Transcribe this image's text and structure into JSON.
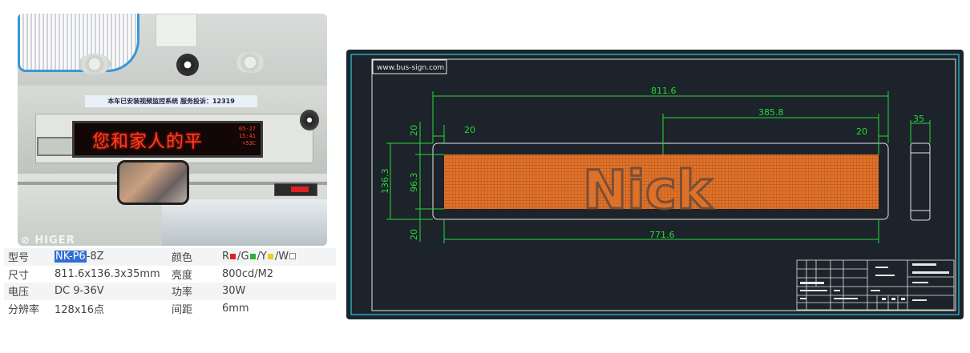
{
  "photo": {
    "notice_text": "本车已安装视频监控系统  服务投诉：12319",
    "led_text": "您和家人的平",
    "led_numbers": [
      "05-27",
      "15:41",
      "+53C"
    ],
    "watermark": "HIGER"
  },
  "specs": {
    "rows": [
      {
        "k1": "型号",
        "model_highlight": "NK-P6",
        "model_rest": "-8Z",
        "k2": "颜色",
        "colors": [
          {
            "letter": "R",
            "color": "#e02020",
            "sep": "/"
          },
          {
            "letter": "G",
            "color": "#30b030",
            "sep": "/"
          },
          {
            "letter": "Y",
            "color": "#e8d020",
            "sep": "/"
          },
          {
            "letter": "W",
            "color": "#ffffff",
            "sep": ""
          }
        ]
      },
      {
        "k1": "尺寸",
        "v1": "811.6x136.3x35mm",
        "k2": "亮度",
        "v2": "800cd/M2"
      },
      {
        "k1": "电压",
        "v1": "DC 9-36V",
        "k2": "功率",
        "v2": "30W"
      },
      {
        "k1": "分辨率",
        "v1": "128x16点",
        "k2": "间距",
        "v2": "6mm"
      }
    ]
  },
  "drawing": {
    "url_label": "www.bus-sign.com",
    "dims": {
      "total_width": "811.6",
      "offset_width": "385.8",
      "left_margin": "20",
      "right_margin": "20",
      "depth": "35",
      "total_height": "136.3",
      "display_height": "96.3",
      "top_margin": "20",
      "bottom_margin": "20",
      "display_width": "771.6"
    },
    "sign_text": "Nick",
    "colors": {
      "background": "#1c232a",
      "frame": "#27b3c4",
      "dimension": "#28d83a",
      "display": "#e0732a",
      "outline": "#e6e6e6"
    }
  }
}
